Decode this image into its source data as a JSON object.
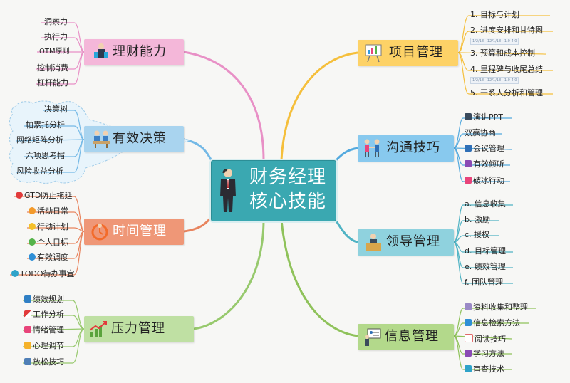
{
  "central": {
    "title_line1": "财务经理",
    "title_line2": "核心技能",
    "icon": "businessman-icon"
  },
  "branches": {
    "finance": {
      "label": "理财能力",
      "color": "#f4b7d9",
      "line": "#e890c6",
      "items": [
        "洞察力",
        "执行力",
        "OTM原则",
        "控制消费",
        "杠杆能力"
      ]
    },
    "decision": {
      "label": "有效决策",
      "color": "#a9d4ef",
      "line": "#74b9e6",
      "items": [
        "决策树",
        "帕累托分析",
        "网络矩阵分析",
        "六项思考帽",
        "风险收益分析"
      ]
    },
    "time": {
      "label": "时间管理",
      "color": "#ef9777",
      "line": "#e8845e",
      "items": [
        "GTD防止拖延",
        "活动日常",
        "行动计划",
        "个人目标",
        "有效调度",
        "TODO待办事宜"
      ]
    },
    "pressure": {
      "label": "压力管理",
      "color": "#bfe0a3",
      "line": "#97c96d",
      "items": [
        "绩效规划",
        "工作分析",
        "情绪管理",
        "心理调节",
        "放松技巧"
      ]
    },
    "project": {
      "label": "项目管理",
      "color": "#fdd267",
      "line": "#f5bf3b",
      "items": [
        "1. 目标与计划",
        "2. 进度安排和甘特图",
        "3. 预算和成本控制",
        "4. 里程碑与收尾总结",
        "5. 干系人分析和管理"
      ],
      "thumbs": [
        "1/2/18 · 12/1/18 · 1.0 4.0",
        "1/2/18 · 12/1/18 · 1.0 4.0"
      ]
    },
    "communication": {
      "label": "沟通技巧",
      "color": "#88c9ee",
      "line": "#53a9de",
      "items": [
        "演讲PPT",
        "双赢协商",
        "会议管理",
        "有效倾听",
        "破冰行动"
      ]
    },
    "leadership": {
      "label": "领导管理",
      "color": "#8fd2de",
      "line": "#4fb3c4",
      "items": [
        "a. 信息收集",
        "b. 激励",
        "c. 授权",
        "d. 目标管理",
        "e. 绩效管理",
        "f. 团队管理"
      ]
    },
    "information": {
      "label": "信息管理",
      "color": "#b3d98b",
      "line": "#8fc25a",
      "items": [
        "资料收集和整理",
        "信息检索方法",
        "阅读技巧",
        "学习方法",
        "审查技术"
      ]
    }
  },
  "colors": {
    "background": "#f7f7f5",
    "central": "#3aa8b1"
  }
}
